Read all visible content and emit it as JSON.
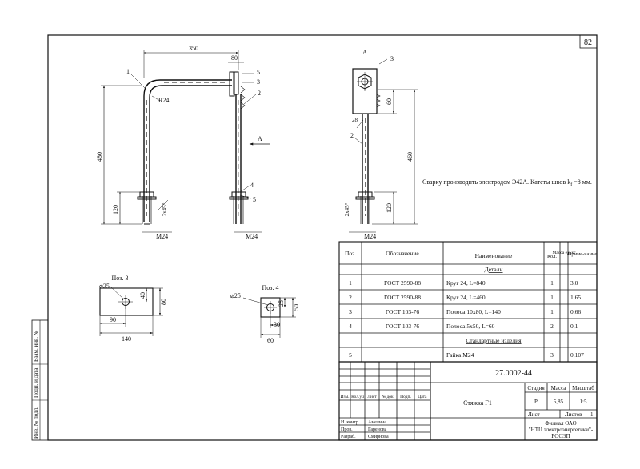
{
  "sheet": {
    "number": "82",
    "view_label": "А",
    "view_arrow_label": "А",
    "note_text": "Сварку производить электродом Э42А. Катеты швов k",
    "note_sub": "f",
    "note_tail": " =8 мм."
  },
  "main_view": {
    "dims": [
      "350",
      "80",
      "480",
      "120",
      "2х45°",
      "М24",
      "R24"
    ],
    "callouts": [
      "1",
      "5",
      "3",
      "2",
      "4",
      "5"
    ]
  },
  "side_view": {
    "dims": [
      "60",
      "460",
      "120",
      "2х45°",
      "М24",
      "28"
    ],
    "callouts": [
      "3",
      "2"
    ]
  },
  "pos3": {
    "title": "Поз. 3",
    "hole": "⌀25",
    "dims": [
      "40",
      "80",
      "90",
      "140"
    ]
  },
  "pos4": {
    "title": "Поз. 4",
    "hole": "⌀25",
    "dims": [
      "25",
      "50",
      "30",
      "60"
    ]
  },
  "spec": {
    "headers": [
      "Поз.",
      "Обозначение",
      "Наименование",
      "Кол.",
      "Масса ед.,кг",
      "Приме-чание"
    ],
    "section_details": "Детали",
    "section_standard": "Стандартные изделия",
    "rows": [
      {
        "pos": "1",
        "code": "ГОСТ 2590-88",
        "name": "Круг 24, L=840",
        "qty": "1",
        "mass": "3,0"
      },
      {
        "pos": "2",
        "code": "ГОСТ 2590-88",
        "name": "Круг 24, L=460",
        "qty": "1",
        "mass": "1,65"
      },
      {
        "pos": "3",
        "code": "ГОСТ 103-76",
        "name": "Полоса 10х80, L=140",
        "qty": "1",
        "mass": "0,66"
      },
      {
        "pos": "4",
        "code": "ГОСТ 103-76",
        "name": "Полоса 5х50, L=60",
        "qty": "2",
        "mass": "0,1"
      },
      {
        "pos": "5",
        "code": "",
        "name": "Гайка М24",
        "qty": "3",
        "mass": "0,107"
      }
    ]
  },
  "title_block": {
    "doc_code": "27.0002-44",
    "item_name": "Стяжка Г1",
    "col_heads": [
      "Изм.",
      "Кол.уч",
      "Лист",
      "№ док.",
      "Подп.",
      "Дата"
    ],
    "stage_label": "Стадия",
    "mass_label": "Масса",
    "scale_label": "Масштаб",
    "stage": "Р",
    "mass": "5,85",
    "scale": "1:5",
    "sheet_label": "Лист",
    "sheets_label": "Листов",
    "sheets": "1",
    "roles": [
      {
        "role": "Н. контр.",
        "name": "Амелина"
      },
      {
        "role": "Пров.",
        "name": "Гаренова"
      },
      {
        "role": "Разраб.",
        "name": "Смирнова"
      }
    ],
    "org": [
      "Филиал ОАО",
      "\"НТЦ электроэнергетики\"-",
      "РОСЭП"
    ]
  },
  "side_stamp": [
    "Инв. № подл.",
    "Подп. и дата",
    "Взам. инв. №"
  ]
}
